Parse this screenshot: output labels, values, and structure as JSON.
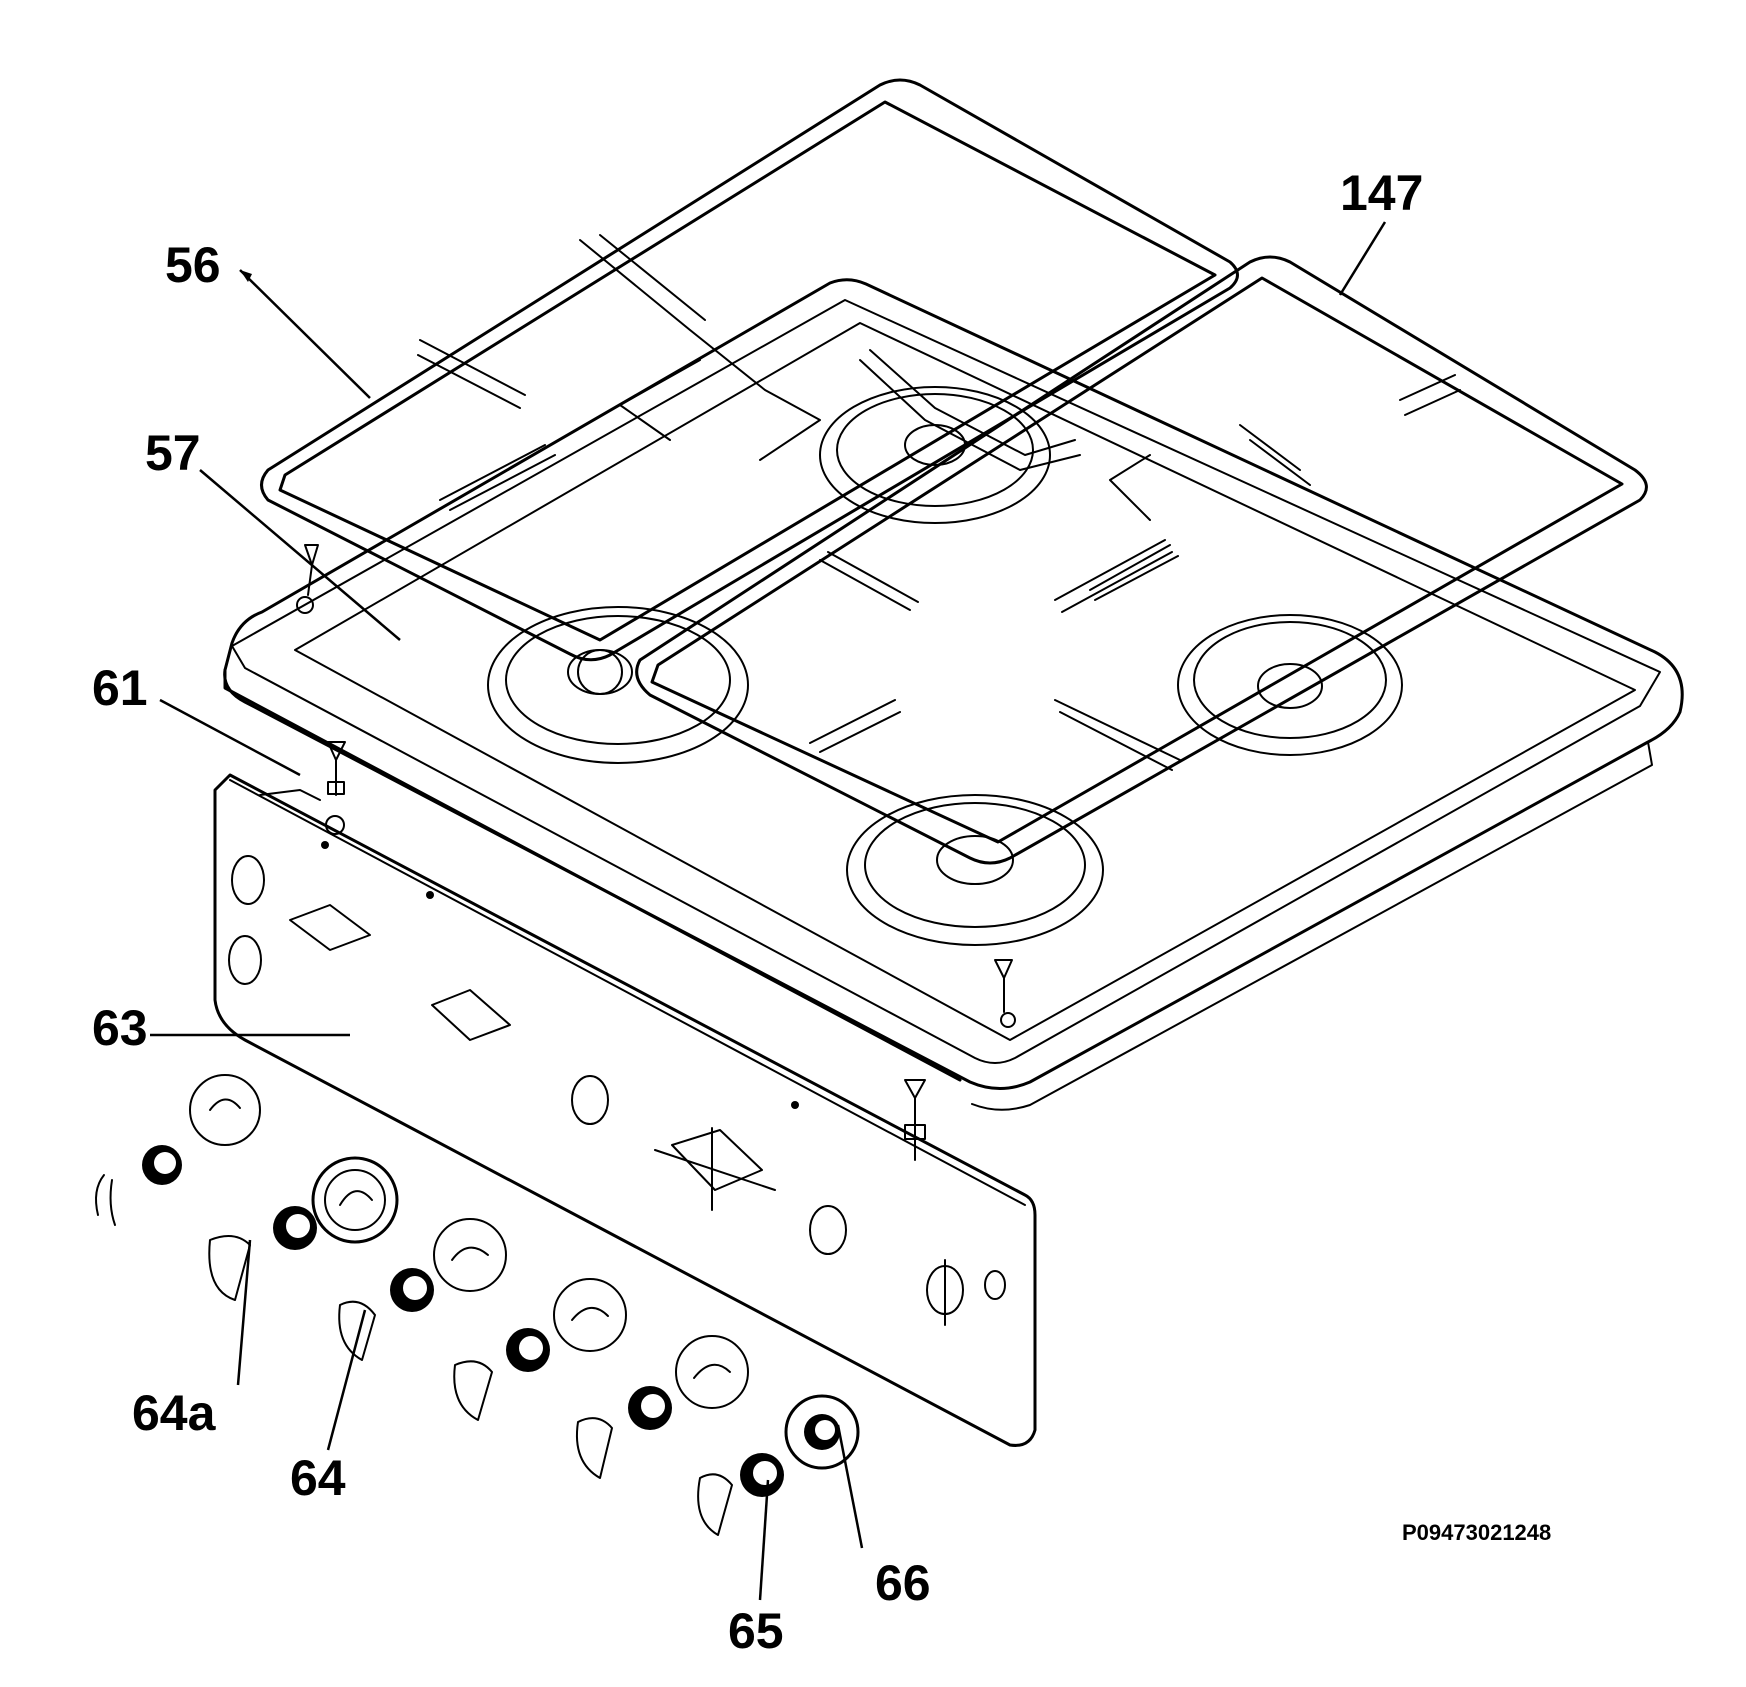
{
  "callouts": {
    "c56": "56",
    "c57": "57",
    "c61": "61",
    "c63": "63",
    "c64a": "64a",
    "c64": "64",
    "c65": "65",
    "c66": "66",
    "c147": "147"
  },
  "drawing_code": "P09473021248",
  "colors": {
    "line": "#000000",
    "background": "#ffffff"
  }
}
